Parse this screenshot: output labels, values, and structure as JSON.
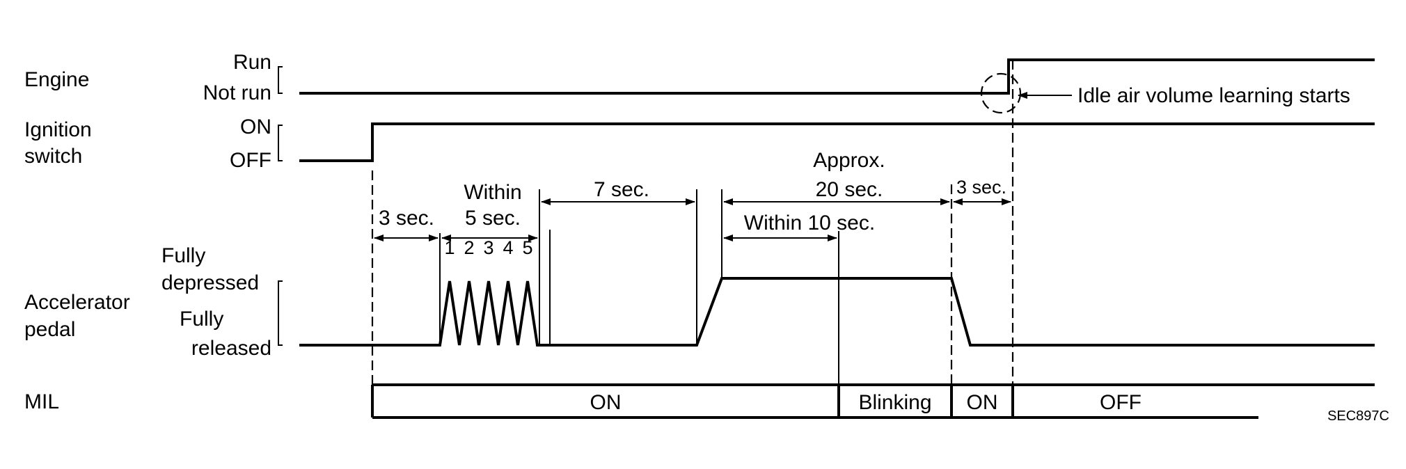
{
  "signals": {
    "engine": {
      "name": "Engine",
      "high": "Run",
      "low": "Not run"
    },
    "ignition": {
      "name_line1": "Ignition",
      "name_line2": "switch",
      "high": "ON",
      "low": "OFF"
    },
    "pedal": {
      "name_line1": "Accelerator",
      "name_line2": "pedal",
      "high_line1": "Fully",
      "high_line2": "depressed",
      "low_line1": "Fully",
      "low_line2": "released"
    },
    "mil": {
      "name": "MIL"
    }
  },
  "timing": {
    "t_3sec": "3 sec.",
    "within_5_line1": "Within",
    "within_5_line2": "5 sec.",
    "press_counts": [
      "1",
      "2",
      "3",
      "4",
      "5"
    ],
    "t_7sec": "7 sec.",
    "approx_line1": "Approx.",
    "approx_line2": "20 sec.",
    "within_10": "Within 10 sec.",
    "t_3sec_end": "3 sec."
  },
  "annotation": "Idle air volume learning starts",
  "mil_states": [
    "ON",
    "Blinking",
    "ON",
    "OFF"
  ],
  "figure_code": "SEC897C"
}
